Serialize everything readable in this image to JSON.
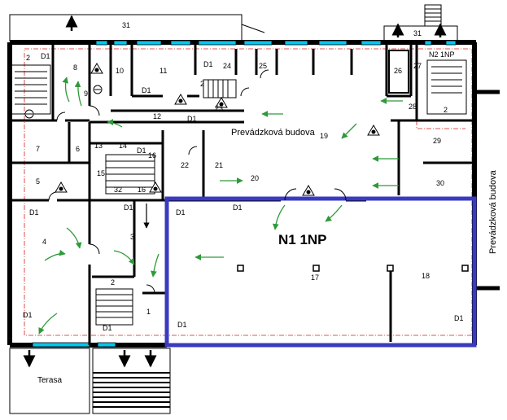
{
  "rooms": {
    "r1": "1",
    "r2a": "2",
    "r2b": "2",
    "r2c": "2",
    "r2d": "2",
    "r3": "3",
    "r4": "4",
    "r5": "5",
    "r6": "6",
    "r7": "7",
    "r8": "8",
    "r9": "9",
    "r10": "10",
    "r11": "11",
    "r12": "12",
    "r13": "13",
    "r14": "14",
    "r15": "15",
    "r16a": "16",
    "r16b": "16",
    "r17": "17",
    "r18": "18",
    "r19": "19",
    "r20": "20",
    "r21": "21",
    "r22": "22",
    "r23": "23",
    "r24": "24",
    "r25": "25",
    "r26": "26",
    "r27": "27",
    "r28": "28",
    "r29": "29",
    "r30": "30",
    "r31a": "31",
    "r31b": "31",
    "r32": "32"
  },
  "door_labels": [
    "D1",
    "D1",
    "D1",
    "D1",
    "D1",
    "D1",
    "D1",
    "D1",
    "D1",
    "D1",
    "D1",
    "D1"
  ],
  "building_label_1": "Prevádzková budova",
  "building_label_2": "Prevádzková budova",
  "zone_label": "N1  1NP",
  "zone_label_2": "N2 1NP",
  "terrace_label": "Terasa",
  "colors": {
    "wall": "#000000",
    "window": "#00c8f0",
    "highlight": "#3a3ac0",
    "arrow": "#2e9a3a",
    "fire_line": "#d02020"
  }
}
